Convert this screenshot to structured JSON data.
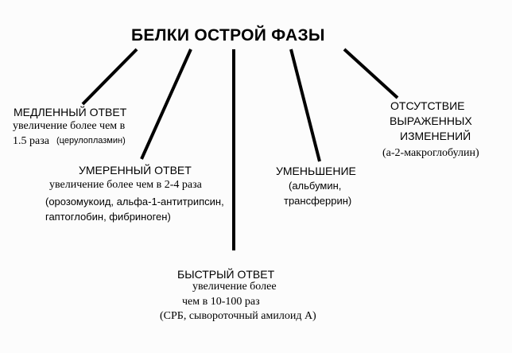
{
  "diagram": {
    "title": "БЕЛКИ ОСТРОЙ ФАЗЫ",
    "slow": {
      "heading": "МЕДЛЕННЫЙ ОТВЕТ",
      "line1": "увеличение более чем в",
      "line2a": "1.5 раза",
      "line2b": "(церулоплазмин)"
    },
    "moderate": {
      "heading": "УМЕРЕННЫЙ ОТВЕТ",
      "line1": "увеличение более чем в 2-4 раза",
      "line2": "(орозомукоид, альфа-1-антитрипсин,",
      "line3": "гаптоглобин, фибриноген)"
    },
    "fast": {
      "heading": "БЫСТРЫЙ ОТВЕТ",
      "line1": "увеличение более",
      "line2": "чем в 10-100 раз",
      "line3": "(СРБ, сывороточный амилоид А)"
    },
    "decrease": {
      "heading": "УМЕНЬШЕНИЕ",
      "line1": "(альбумин,",
      "line2": "трансферрин)"
    },
    "none": {
      "heading1": "ОТСУТСТВИЕ",
      "heading2": "ВЫРАЖЕННЫХ",
      "heading3": "ИЗМЕНЕНИЙ",
      "line1": "(а-2-макроглобулин)"
    }
  }
}
